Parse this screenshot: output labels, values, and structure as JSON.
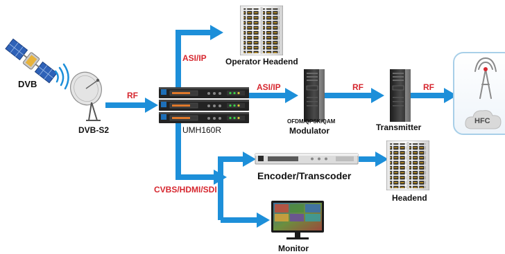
{
  "colors": {
    "arrow": "#1d8fd9",
    "link_label": "#d6262e",
    "node_label": "#111111",
    "device_dark": "#2a2a2a",
    "device_face": "#c8c8c8",
    "hfc_border": "#a8cfe8"
  },
  "nodes": {
    "dvb": "DVB",
    "dvb_s2": "DVB-S2",
    "umh": "UMH160R",
    "operator_headend": "Operator Headend",
    "modulator_modes": "OFDM/QPSK/QAM",
    "modulator": "Modulator",
    "transmitter": "Transmitter",
    "hfc": "HFC",
    "encoder": "Encoder/Transcoder",
    "headend": "Headend",
    "monitor": "Monitor"
  },
  "links": {
    "rf_in": "RF",
    "asi_ip_top": "ASI/IP",
    "asi_ip_mod": "ASI/IP",
    "rf_tx": "RF",
    "rf_out": "RF",
    "cvbs": "CVBS/HDMI/SDI"
  },
  "icons": {
    "satellite": "satellite-icon",
    "dish": "satellite-dish-icon",
    "server_rack": "server-rack-icon",
    "tower_pc": "tower-server-icon",
    "antenna": "broadcast-antenna-icon",
    "cloud": "cloud-icon",
    "monitor": "monitor-icon"
  }
}
